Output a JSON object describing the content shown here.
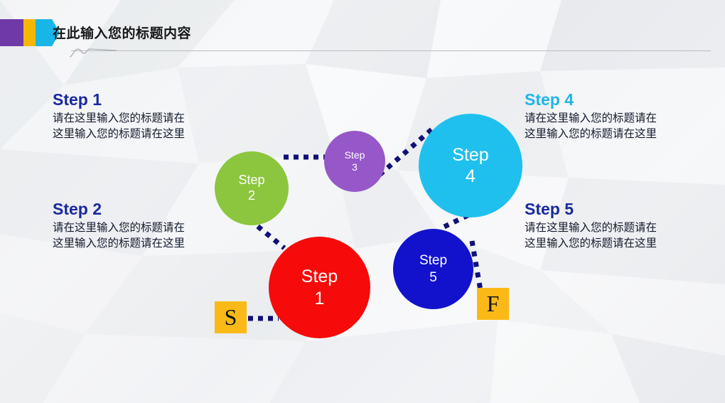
{
  "header": {
    "title": "在此输入您的标题内容",
    "accent_purple": "#6f3aa8",
    "accent_yellow": "#f5b800",
    "accent_cyan": "#18b5e8"
  },
  "diagram": {
    "connector_color": "#101077",
    "nodes": [
      {
        "id": "node-1",
        "label": "Step",
        "number": "1",
        "color": "#f60a0a"
      },
      {
        "id": "node-2",
        "label": "Step",
        "number": "2",
        "color": "#8cc63e"
      },
      {
        "id": "node-3",
        "label": "Step",
        "number": "3",
        "color": "#9657c9"
      },
      {
        "id": "node-4",
        "label": "Step",
        "number": "4",
        "color": "#1fc0ee"
      },
      {
        "id": "node-5",
        "label": "Step",
        "number": "5",
        "color": "#1212cc"
      }
    ],
    "markers": [
      {
        "id": "marker-s",
        "label": "S",
        "color": "#fbb917"
      },
      {
        "id": "marker-f",
        "label": "F",
        "color": "#fbb917"
      }
    ]
  },
  "text_blocks": [
    {
      "id": "block-1",
      "title": "Step 1",
      "title_color": "#1a2a9c",
      "line1": "请在这里输入您的标题请在",
      "line2": "这里输入您的标题请在这里"
    },
    {
      "id": "block-2",
      "title": "Step 2",
      "title_color": "#1a2a9c",
      "line1": "请在这里输入您的标题请在",
      "line2": "这里输入您的标题请在这里"
    },
    {
      "id": "block-4",
      "title": "Step 4",
      "title_color": "#1fb6e6",
      "line1": "请在这里输入您的标题请在",
      "line2": "这里输入您的标题请在这里"
    },
    {
      "id": "block-5",
      "title": "Step 5",
      "title_color": "#1a2a9c",
      "line1": "请在这里输入您的标题请在",
      "line2": "这里输入您的标题请在这里"
    }
  ]
}
